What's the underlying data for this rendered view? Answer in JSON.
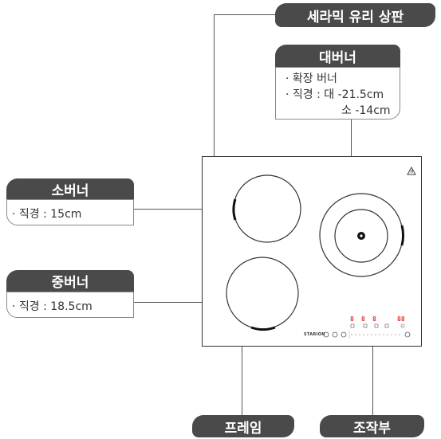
{
  "labels": {
    "glass_top": "세라믹 유리 상판",
    "large_burner": {
      "title": "대버너",
      "line1": "· 확장 버너",
      "line2": "· 직경 : 대 -21.5cm",
      "line3": "소 -14cm"
    },
    "small_burner": {
      "title": "소버너",
      "spec": "· 직경 : 15cm"
    },
    "medium_burner": {
      "title": "중버너",
      "spec": "· 직경 : 18.5cm"
    },
    "frame": "프레임",
    "controls": "조작부"
  },
  "cooktop": {
    "brand": "STARION",
    "display_digits": [
      "8",
      "8",
      "8",
      "88"
    ]
  },
  "colors": {
    "label_bg": "#4a4a4a",
    "display_red": "#e03030"
  }
}
